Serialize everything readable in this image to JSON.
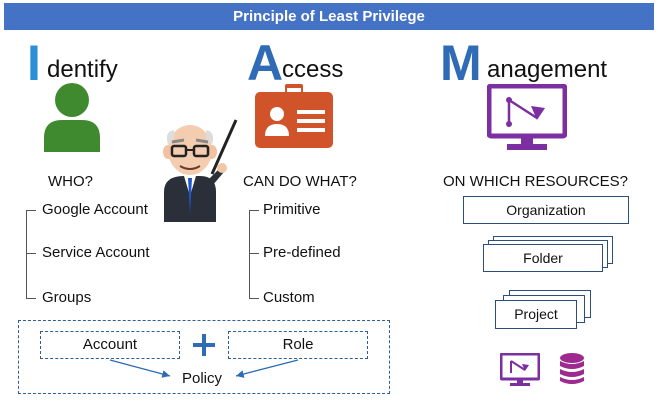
{
  "title": "Principle of Least Privilege",
  "identify": {
    "initial": "I",
    "rest": "dentify",
    "question": "WHO?",
    "items": [
      "Google Account",
      "Service Account",
      "Groups"
    ]
  },
  "access": {
    "initial": "A",
    "rest": "ccess",
    "question": "CAN DO WHAT?",
    "items": [
      "Primitive",
      "Pre-defined",
      "Custom"
    ]
  },
  "management": {
    "initial": "M",
    "rest": "anagement",
    "question": "ON WHICH RESOURCES?",
    "hierarchy": [
      "Organization",
      "Folder",
      "Project"
    ]
  },
  "policy": {
    "account": "Account",
    "plus": "+",
    "role": "Role",
    "result": "Policy"
  },
  "colors": {
    "banner": "#4472c4",
    "identify_initial": "#2f8fd6",
    "access_initial": "#2f6cb5",
    "management_initial": "#2f6cb5",
    "user_icon": "#3f8a2e",
    "badge_icon": "#d0532a",
    "monitor_icon": "#7b2fa0",
    "database_icon": "#9c2a8f"
  },
  "icons": [
    "user-icon",
    "professor-illustration",
    "id-badge-icon",
    "monitor-icon",
    "database-icon"
  ]
}
